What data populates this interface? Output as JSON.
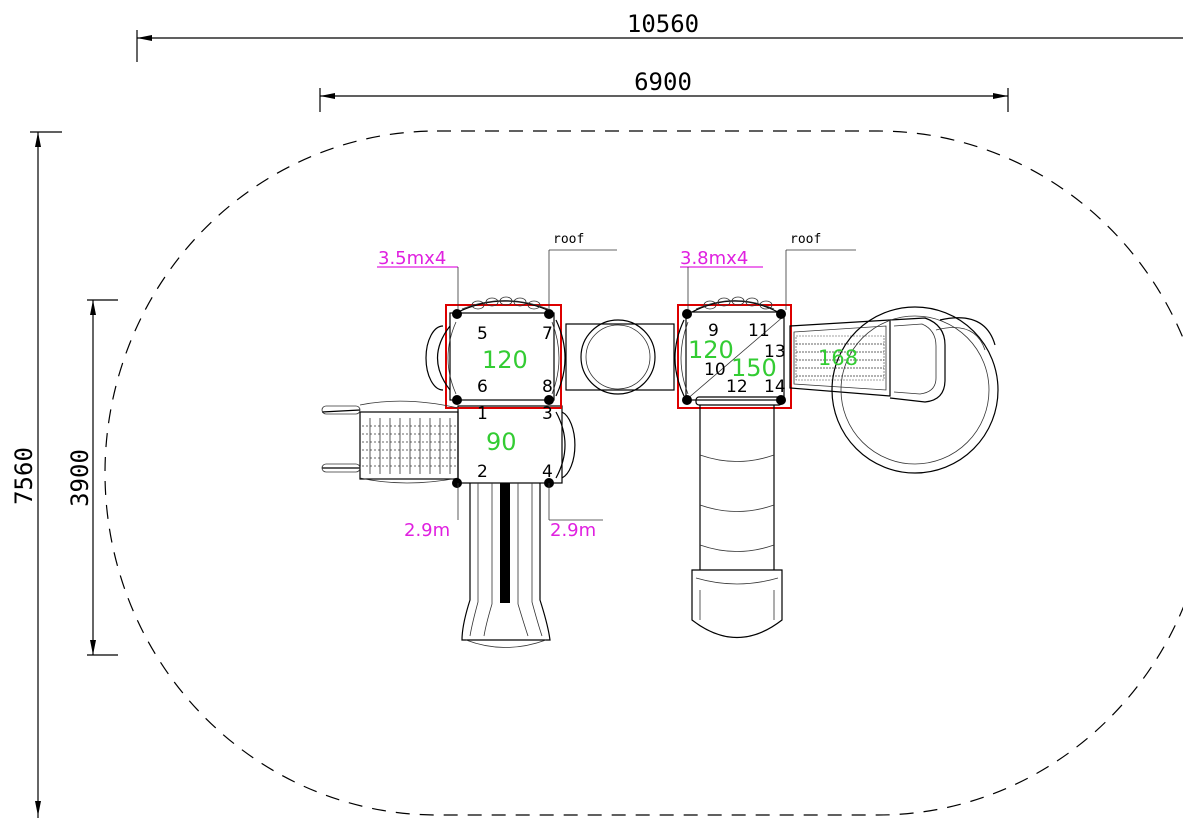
{
  "colors": {
    "line": "#000000",
    "area": "#33cc33",
    "callout": "#e020e0",
    "deck_outline": "#dd0000"
  },
  "dimensions": {
    "overall_width": "10560",
    "structure_width": "6900",
    "overall_depth": "7560",
    "structure_depth": "3900"
  },
  "callouts": {
    "left_posts": "3.5mx4",
    "right_posts": "3.8mx4",
    "left_roof": "roof",
    "right_roof": "roof",
    "post_left": "2.9m",
    "post_right": "2.9m"
  },
  "decks": {
    "left_top_height": "120",
    "left_bottom_height": "90",
    "right_left_height": "120",
    "right_right_height": "150",
    "slide_height": "168"
  },
  "post_numbers": [
    "1",
    "2",
    "3",
    "4",
    "5",
    "6",
    "7",
    "8",
    "9",
    "10",
    "11",
    "12",
    "13",
    "14"
  ]
}
